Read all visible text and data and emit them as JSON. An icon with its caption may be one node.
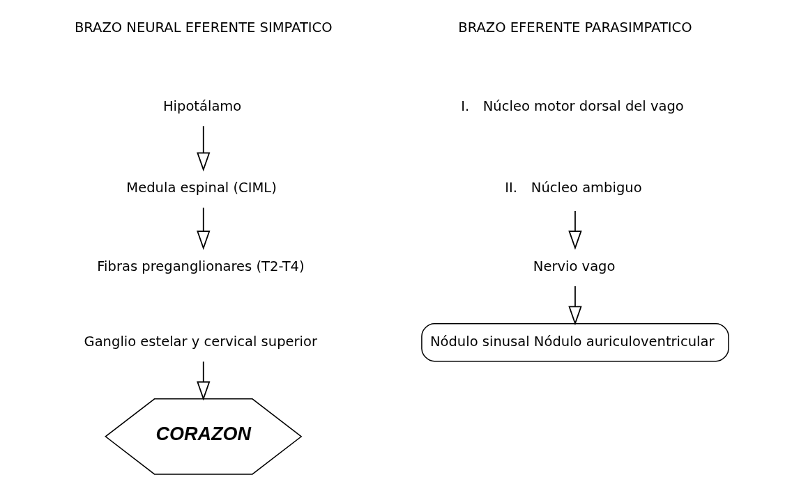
{
  "diagram": {
    "nodes": [
      {
        "text": [
          "Hipotálamo"
        ]
      },
      {
        "text": [
          "Medula espinal (CIML)"
        ]
      },
      {
        "text": [
          "Fibras preganglionares (T2-T4)"
        ]
      },
      {
        "text": [
          "Ganglio estelar y cervical superior"
        ]
      },
      {
        "text": [
          "CORAZON"
        ]
      },
      {
        "text": [
          "Núcleo motor dorsal del vago"
        ],
        "beside": [
          "I."
        ]
      },
      {
        "text": [
          "Núcleo ambiguo"
        ],
        "beside": [
          "II."
        ]
      },
      {
        "text": [
          "Nervio vago"
        ]
      },
      {
        "text": [
          "Nódulo sinusal Nódulo auriculoventricular"
        ]
      }
    ],
    "edges": [
      {
        "from": 0,
        "to": 1,
        "arrow": "to"
      },
      {
        "from": 1,
        "to": 2,
        "arrow": "to"
      },
      {
        "from": 3,
        "to": 4,
        "arrow": "to"
      },
      {
        "from": 6,
        "to": 7,
        "arrow": "to"
      },
      {
        "from": 7,
        "to": 8,
        "arrow": "to"
      }
    ],
    "labels": [
      "BRAZO NEURAL EFERENTE SIMPATICO",
      "BRAZO EFERENTE PARASIMPATICO"
    ]
  }
}
